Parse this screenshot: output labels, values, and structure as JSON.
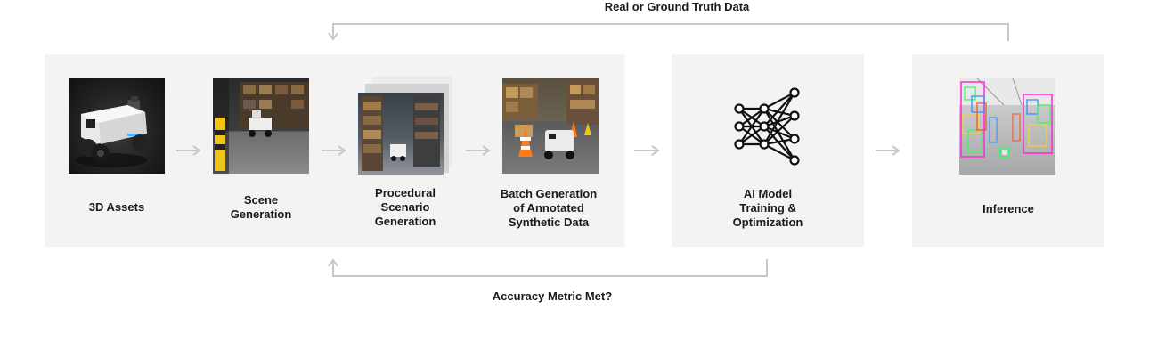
{
  "feedback_top": {
    "label": "Real or Ground Truth Data"
  },
  "feedback_bottom": {
    "label": "Accuracy Metric Met?"
  },
  "stages": [
    {
      "label": "3D Assets"
    },
    {
      "label": "Scene\nGeneration"
    },
    {
      "label": "Procedural\nScenario\nGeneration"
    },
    {
      "label": "Batch Generation\nof Annotated\nSynthetic Data"
    },
    {
      "label": "AI Model\nTraining &\nOptimization"
    },
    {
      "label": "Inference"
    }
  ],
  "colors": {
    "panel": "#f3f3f3",
    "arrow": "#c8c8c8",
    "text": "#1a1a1a"
  },
  "icons": {
    "model": "neural-network-icon"
  }
}
